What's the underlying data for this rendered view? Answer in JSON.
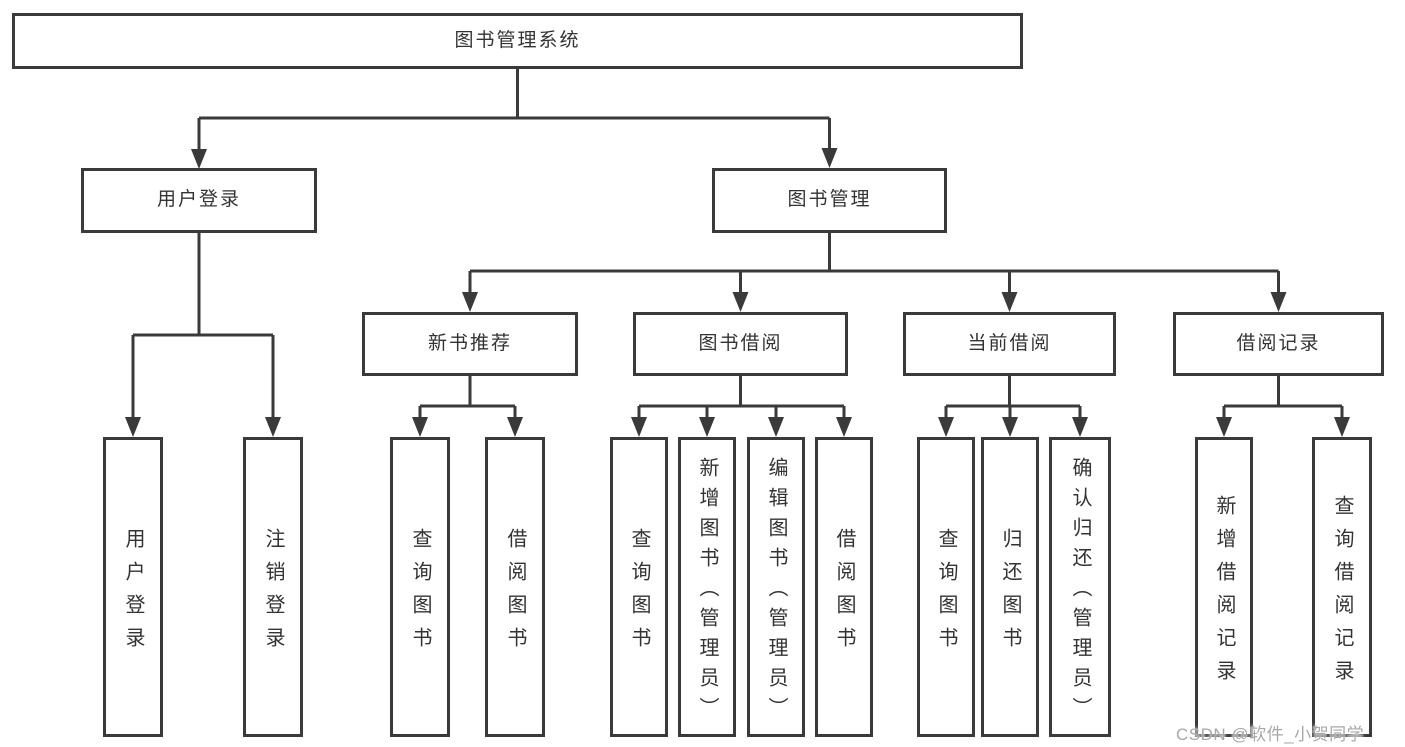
{
  "tree": {
    "root": {
      "label": "图书管理系统",
      "children": [
        {
          "label": "用户登录",
          "children": [
            {
              "label": "用户登录"
            },
            {
              "label": "注销登录"
            }
          ]
        },
        {
          "label": "图书管理",
          "children": [
            {
              "label": "新书推荐",
              "children": [
                {
                  "label": "查询图书"
                },
                {
                  "label": "借阅图书"
                }
              ]
            },
            {
              "label": "图书借阅",
              "children": [
                {
                  "label": "查询图书"
                },
                {
                  "label": "新增图书（管理员）"
                },
                {
                  "label": "编辑图书（管理员）"
                },
                {
                  "label": "借阅图书"
                }
              ]
            },
            {
              "label": "当前借阅",
              "children": [
                {
                  "label": "查询图书"
                },
                {
                  "label": "归还图书"
                },
                {
                  "label": "确认归还（管理员）"
                }
              ]
            },
            {
              "label": "借阅记录",
              "children": [
                {
                  "label": "新增借阅记录"
                },
                {
                  "label": "查询借阅记录"
                }
              ]
            }
          ]
        }
      ]
    }
  },
  "watermark": {
    "text": "CSDN @软件_小贺同学"
  },
  "colors": {
    "line": "#3a3a3a",
    "box_border": "#3a3a3a",
    "text": "#333333",
    "watermark": "#a8a8a8",
    "background": "#ffffff"
  }
}
